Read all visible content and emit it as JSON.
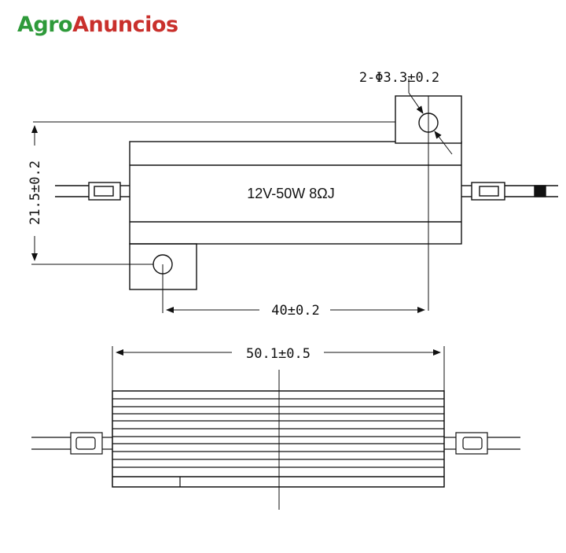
{
  "brand": {
    "part1": "Agro",
    "part2": "Anuncios",
    "color1": "#2e9a3a",
    "color2": "#c9302c"
  },
  "diagram": {
    "resistor_label": "12V-50W 8ΩJ",
    "hole_dimension": "2-Φ3.3±0.2",
    "height_dimension": "21.5±0.2",
    "hole_spacing_dimension": "40±0.2",
    "length_dimension": "50.1±0.5"
  }
}
